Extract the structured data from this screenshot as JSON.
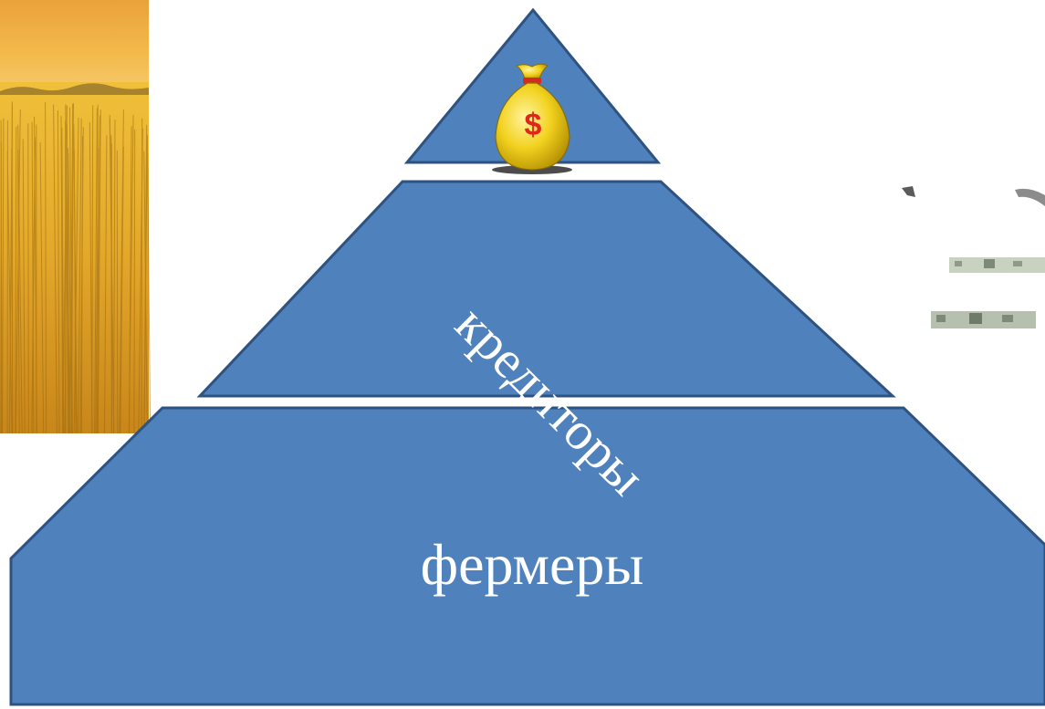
{
  "pyramid": {
    "tiers": [
      {
        "id": "top",
        "label": "",
        "icon": "money-bag-icon"
      },
      {
        "id": "middle",
        "label": "кредиторы"
      },
      {
        "id": "bottom",
        "label": "фермеры"
      }
    ],
    "colors": {
      "fill": "#4f81bd",
      "stroke": "#2f5381",
      "label": "#ffffff"
    }
  },
  "money_bag": {
    "symbol": "$",
    "icon": "money-bag-icon"
  },
  "background_image": {
    "icon": "wheat-field-image"
  },
  "decorations": {
    "icon": "banknotes-image"
  }
}
